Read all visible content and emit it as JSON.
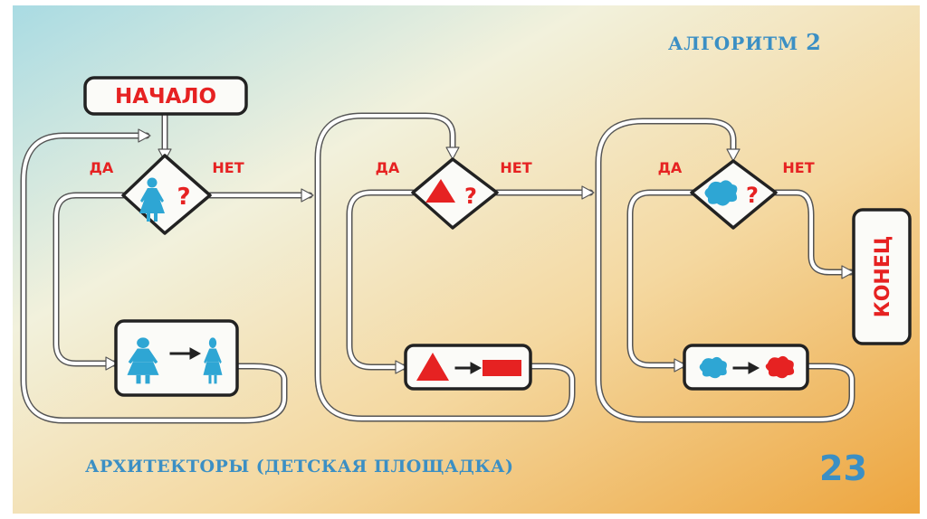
{
  "slide": {
    "title_word": "АЛГОРИТМ",
    "title_number": "2",
    "caption": "АРХИТЕКТОРЫ (ДЕТСКАЯ ПЛОЩАДКА)",
    "page_number": "23"
  },
  "flowchart": {
    "start_label": "НАЧАЛО",
    "end_label": "КОНЕЦ",
    "decisions": [
      {
        "shape": "blue-figure",
        "question": "?",
        "yes": "ДА",
        "no": "НЕТ"
      },
      {
        "shape": "red-triangle",
        "question": "?",
        "yes": "ДА",
        "no": "НЕТ"
      },
      {
        "shape": "blue-blob",
        "question": "?",
        "yes": "ДА",
        "no": "НЕТ"
      }
    ],
    "actions": [
      {
        "from_icon": "wide-blue-figure-icon",
        "to_icon": "narrow-blue-figure-icon"
      },
      {
        "from_icon": "red-triangle-icon",
        "to_icon": "red-rectangle-icon"
      },
      {
        "from_icon": "blue-blob-icon",
        "to_icon": "red-blob-icon"
      }
    ]
  },
  "colors": {
    "accent_blue": "#3b8fc4",
    "figure_blue": "#2ea6d4",
    "red": "#e62222",
    "box_fill": "#fbfbf8",
    "outline": "#222222"
  }
}
